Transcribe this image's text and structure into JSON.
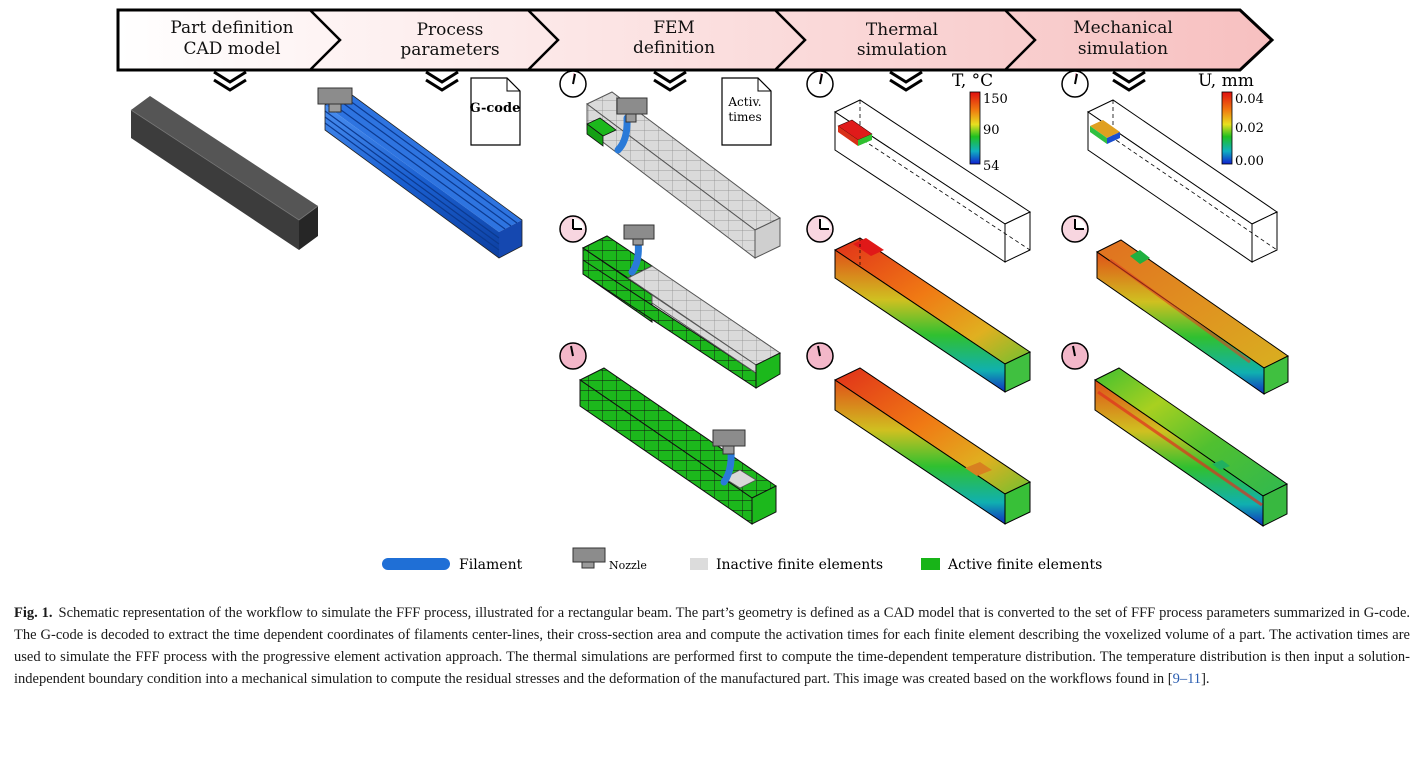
{
  "workflow": {
    "steps": [
      {
        "line1": "Part definition",
        "line2": "CAD model"
      },
      {
        "line1": "Process",
        "line2": "parameters"
      },
      {
        "line1": "FEM",
        "line2": "definition"
      },
      {
        "line1": "Thermal",
        "line2": "simulation"
      },
      {
        "line1": "Mechanical",
        "line2": "simulation"
      }
    ]
  },
  "documents": {
    "gcode": "G-code",
    "activ_line1": "Activ.",
    "activ_line2": "times"
  },
  "thermal_scale": {
    "title": "T, °C",
    "ticks": [
      "150",
      "90",
      "54"
    ]
  },
  "mechanical_scale": {
    "title": "U, mm",
    "ticks": [
      "0.04",
      "0.02",
      "0.00"
    ]
  },
  "legend": {
    "filament": "Filament",
    "nozzle": "Nozzle",
    "inactive": "Inactive finite elements",
    "active": "Active finite elements"
  },
  "colors": {
    "filament": "#1f6fd6",
    "nozzle": "#8c8c8c",
    "inactive": "#dcdcdc",
    "active": "#18b418",
    "cad": "#3a3a3a"
  },
  "caption": {
    "label": "Fig. 1.",
    "text_before": "Schematic representation of the workflow to simulate the FFF process, illustrated for a rectangular beam. The part’s geometry is defined as a CAD model that is converted to the set of FFF process parameters summarized in G-code. The G-code is decoded to extract the time dependent coordinates of filaments center-lines, their cross-section area and compute the activation times for each finite element describing the voxelized volume of a part. The activation times are used to simulate the FFF process with the progressive element activation approach. The thermal simulations are performed first to compute the time-dependent temperature distribution. The temperature distribution is then input a solution-independent boundary condition into a mechanical simulation to compute the residual stresses and the deformation of the manufactured part. This image was created based on the workflows found in [",
    "cite": "9–11",
    "text_after": "]."
  }
}
